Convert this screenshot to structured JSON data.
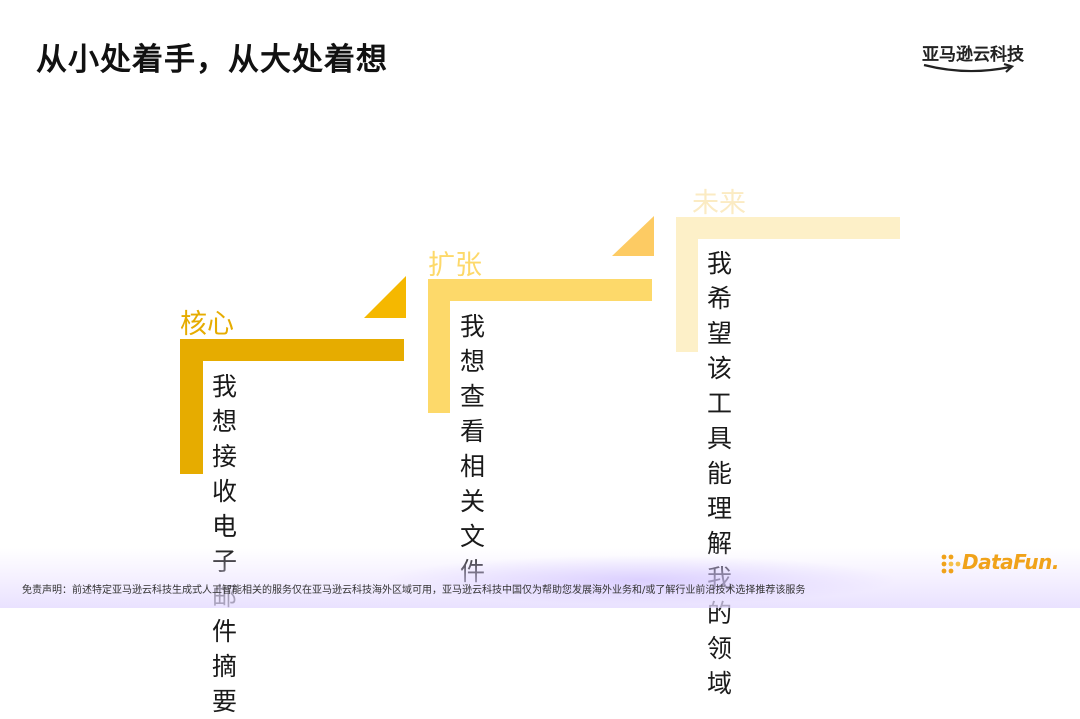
{
  "header": {
    "title": "从小处着手，从大处着想",
    "logo_text": "亚马逊云科技"
  },
  "steps": [
    {
      "label": "核心",
      "text_line1": "我想接收电子",
      "text_line2": "邮件摘要",
      "color": "#E6AC00"
    },
    {
      "label": "扩张",
      "text_line1": "我想查看相关",
      "text_line2": "文件",
      "color": "#FDD96A"
    },
    {
      "label": "未来",
      "text_line1": "我希望该工具",
      "text_line2": "能理解我的领",
      "text_line3": "域",
      "color": "#FDF0C8"
    }
  ],
  "footer": {
    "disclaimer": "免责声明：前述特定亚马逊云科技生成式人工智能相关的服务仅在亚马逊云科技海外区域可用，亚马逊云科技中国仅为帮助您发展海外业务和/或了解行业前沿技术选择推荐该服务",
    "brand": "DataFun."
  }
}
